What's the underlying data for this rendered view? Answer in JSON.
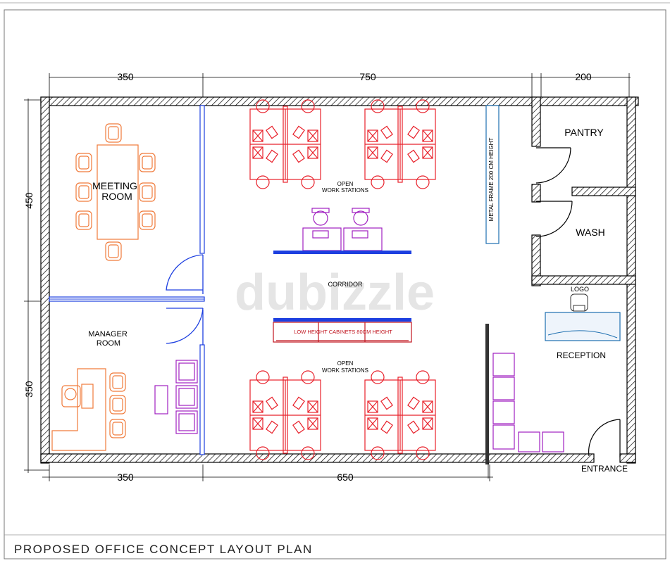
{
  "dimensions": {
    "top_left": "350",
    "top_middle": "750",
    "top_right": "200",
    "left_upper": "450",
    "left_lower": "350",
    "bottom_left": "350",
    "bottom_middle": "650"
  },
  "rooms": {
    "meeting_line1": "MEETING",
    "meeting_line2": "ROOM",
    "manager_line1": "MANAGER",
    "manager_line2": "ROOM",
    "pantry": "PANTRY",
    "wash": "WASH",
    "reception": "RECEPTION",
    "logo": "LOGO",
    "entrance": "ENTRANCE",
    "corridor": "CORRIDOR"
  },
  "labels": {
    "open_top_line1": "OPEN",
    "open_top_line2": "WORK STATIONS",
    "open_bottom_line1": "OPEN",
    "open_bottom_line2": "WORK STATIONS",
    "cabinets": "LOW HEIGHT CABINETS 80CM HEIGHT",
    "metal_frame": "METAL FRAME 200 CM HEIGHT"
  },
  "watermark": "dubizzle",
  "footer": "PROPOSED OFFICE CONCEPT LAYOUT PLAN",
  "colors": {
    "workstations": "#e8202a",
    "cabinets": "#c0141e",
    "meeting_furniture": "#f07a3a",
    "purple_furniture": "#a020c0",
    "glass_partition": "#1d3fe0",
    "watermark": "#e5e5e5"
  }
}
